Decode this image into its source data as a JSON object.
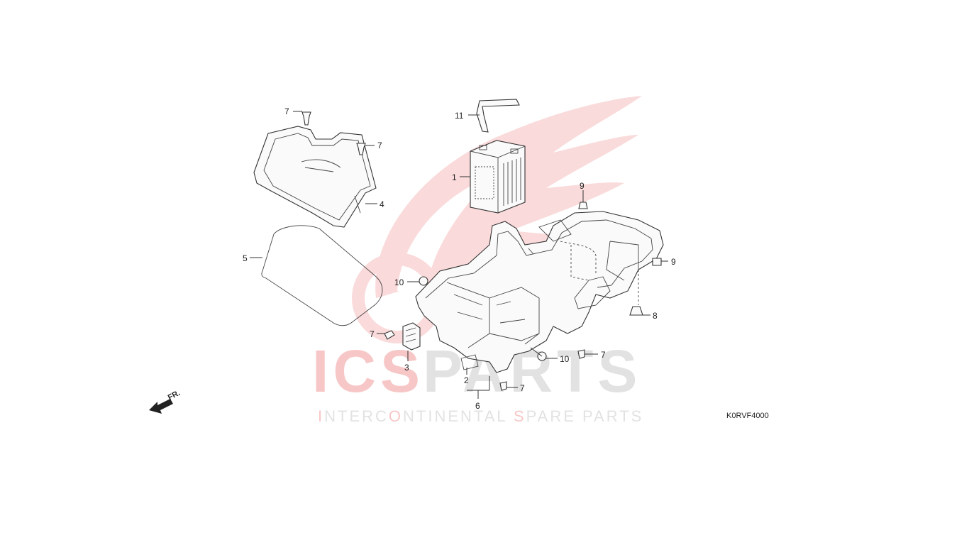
{
  "diagram_code": "K0RVF4000",
  "front_marker": "FR.",
  "watermark": {
    "brand_red": "ICS",
    "brand_gray": "PARTS",
    "tagline_parts": [
      {
        "text": "I",
        "red": true
      },
      {
        "text": "NTERC",
        "red": false
      },
      {
        "text": "O",
        "red": true
      },
      {
        "text": "NTINENTAL ",
        "red": false
      },
      {
        "text": "S",
        "red": true
      },
      {
        "text": "PARE PARTS",
        "red": false
      }
    ],
    "red_color": "#e63a3a",
    "gray_color": "#9a9a9a"
  },
  "callouts": [
    {
      "id": "c-11",
      "label": "11"
    },
    {
      "id": "c-1",
      "label": "1"
    },
    {
      "id": "c-7a",
      "label": "7"
    },
    {
      "id": "c-7b",
      "label": "7"
    },
    {
      "id": "c-4",
      "label": "4"
    },
    {
      "id": "c-5",
      "label": "5"
    },
    {
      "id": "c-9a",
      "label": "9"
    },
    {
      "id": "c-9b",
      "label": "9"
    },
    {
      "id": "c-10a",
      "label": "10"
    },
    {
      "id": "c-8",
      "label": "8"
    },
    {
      "id": "c-7c",
      "label": "7"
    },
    {
      "id": "c-3",
      "label": "3"
    },
    {
      "id": "c-7d",
      "label": "7"
    },
    {
      "id": "c-10b",
      "label": "10"
    },
    {
      "id": "c-2",
      "label": "2"
    },
    {
      "id": "c-7e",
      "label": "7"
    },
    {
      "id": "c-6",
      "label": "6"
    }
  ]
}
